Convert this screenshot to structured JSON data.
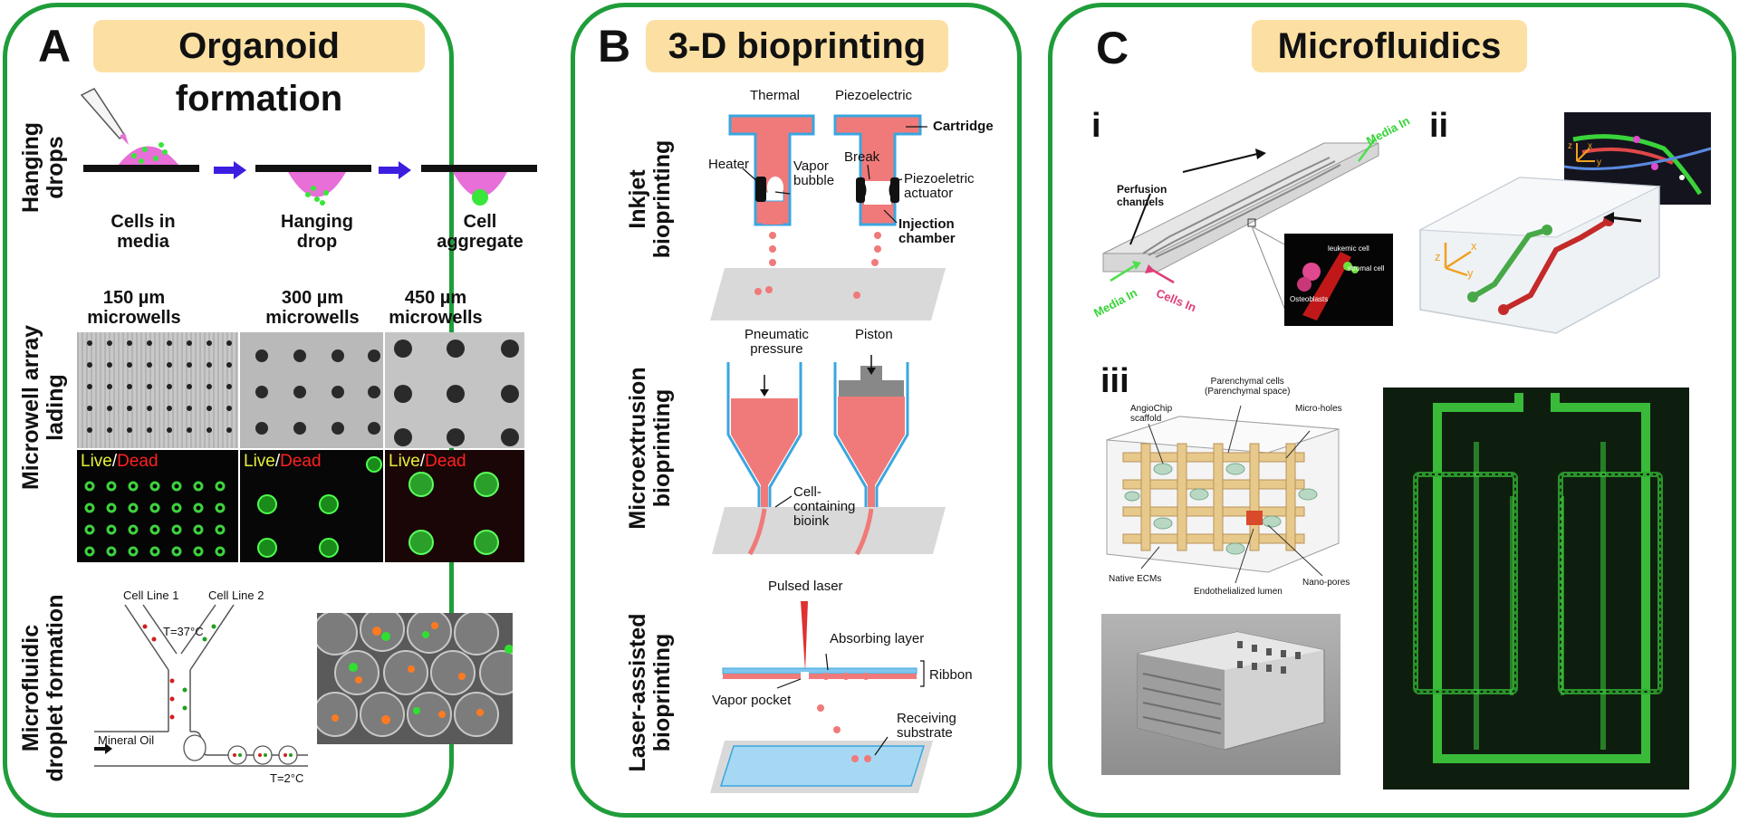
{
  "panel_a": {
    "letter": "A",
    "title": "Organoid formation",
    "row_labels": {
      "hanging_drops": "Hanging\ndrops",
      "microwell": "Microwell array\nlading",
      "microfluidic": "Microfluidic\ndroplet formation"
    },
    "hanging_steps": [
      {
        "text": "Cells in\nmedia"
      },
      {
        "text": "Hanging\ndrop"
      },
      {
        "text": "Cell\naggregate"
      }
    ],
    "microwell_sizes": [
      "150 µm\nmicrowells",
      "300 µm\nmicrowells",
      "450 µm\nmicrowells"
    ],
    "live_dead": {
      "live": "Live",
      "slash": "/",
      "dead": "Dead"
    },
    "droplet_labels": {
      "cell_line_1": "Cell Line 1",
      "cell_line_2": "Cell Line 2",
      "temp_hot": "T=37°C",
      "mineral_oil": "Mineral Oil",
      "temp_cold": "T=2°C"
    }
  },
  "panel_b": {
    "letter": "B",
    "title": "3-D bioprinting",
    "row_labels": {
      "inkjet": "Inkjet\nbioprinting",
      "microextrusion": "Microextrusion\nbioprinting",
      "laser": "Laser-assisted\nbioprinting"
    },
    "inkjet": {
      "thermal": "Thermal",
      "piezoelectric": "Piezoelectric",
      "cartridge": "Cartridge",
      "heater": "Heater",
      "vapor_bubble": "Vapor\nbubble",
      "break": "Break",
      "piezo_actuator": "Piezoeletric\nactuator",
      "injection_chamber": "Injection\nchamber"
    },
    "extrusion": {
      "pneumatic": "Pneumatic\npressure",
      "piston": "Piston",
      "bioink": "Cell-\ncontaining\nbioink"
    },
    "laser": {
      "pulsed_laser": "Pulsed laser",
      "absorbing_layer": "Absorbing layer",
      "ribbon": "Ribbon",
      "vapor_pocket": "Vapor pocket",
      "receiving_substrate": "Receiving\nsubstrate"
    }
  },
  "panel_c": {
    "letter": "C",
    "title": "Microfluidics",
    "sub_i": {
      "label": "i",
      "perfusion": "Perfusion\nchannels",
      "media_in_top": "Media In",
      "media_in_bottom": "Media In",
      "cells_in": "Cells In",
      "leukemic": "leukemic cell",
      "stromal": "stromal cell",
      "osteoblasts": "Osteoblasts"
    },
    "sub_ii": {
      "label": "ii",
      "axis_z": "z",
      "axis_x": "x",
      "axis_y": "y"
    },
    "sub_iii": {
      "label": "iii",
      "parenchymal": "Parenchymal cells\n(Parenchymal space)",
      "angiochip": "AngioChip\nscaffold",
      "microholes": "Micro-holes",
      "native_ecm": "Native ECMs",
      "nanopores": "Nano-pores",
      "endothelialized": "Endothelialized lumen"
    }
  },
  "colors": {
    "panel_border": "#1f9d3a",
    "title_bg": "#fce0a3",
    "bioink_pink": "#f07a7a",
    "cartridge_blue": "#3aa6e0",
    "arrow_blue": "#3b1ee0",
    "drop_magenta": "#e86ed8",
    "cell_green": "#39e639"
  }
}
